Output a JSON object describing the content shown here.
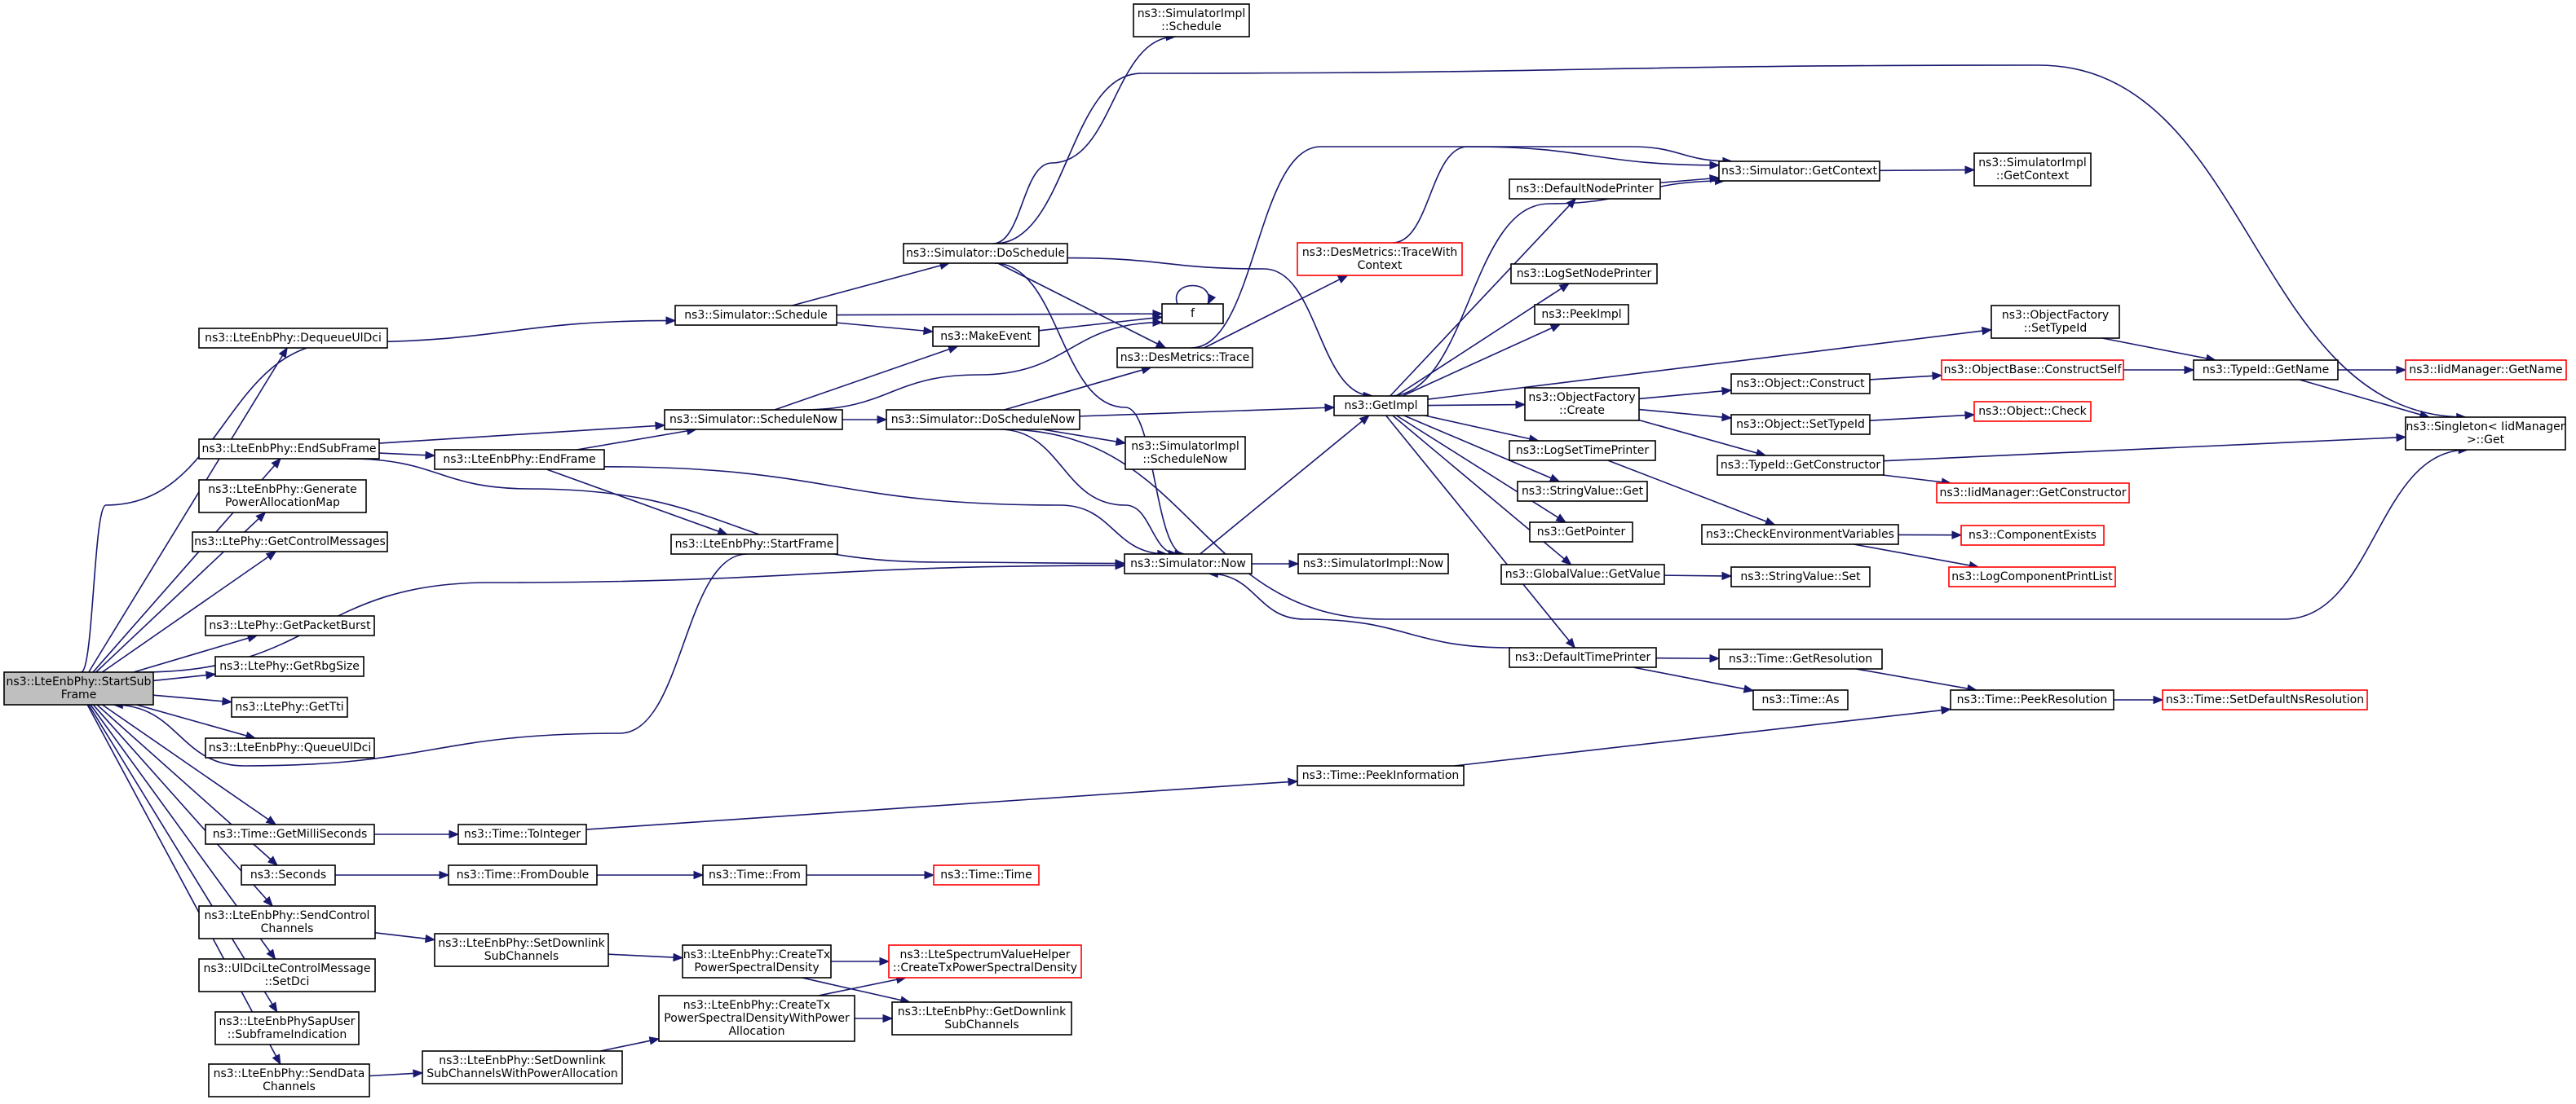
{
  "colors": {
    "edge": "#191970",
    "node_border": "#000000",
    "incomplete_border": "#ff0000",
    "root_fill": "#bfbfbf"
  },
  "nodes": [
    {
      "id": "start",
      "lines": [
        "ns3::LteEnbPhy::StartSub",
        "Frame"
      ],
      "style": "root"
    },
    {
      "id": "dequeue",
      "lines": [
        "ns3::LteEnbPhy::DequeueUlDci"
      ]
    },
    {
      "id": "endsub",
      "lines": [
        "ns3::LteEnbPhy::EndSubFrame"
      ]
    },
    {
      "id": "genpower",
      "lines": [
        "ns3::LteEnbPhy::Generate",
        "PowerAllocationMap"
      ]
    },
    {
      "id": "getctrl",
      "lines": [
        "ns3::LtePhy::GetControlMessages"
      ]
    },
    {
      "id": "getpkt",
      "lines": [
        "ns3::LtePhy::GetPacketBurst"
      ]
    },
    {
      "id": "getrbg",
      "lines": [
        "ns3::LtePhy::GetRbgSize"
      ]
    },
    {
      "id": "gettti",
      "lines": [
        "ns3::LtePhy::GetTti"
      ]
    },
    {
      "id": "queue",
      "lines": [
        "ns3::LteEnbPhy::QueueUlDci"
      ]
    },
    {
      "id": "getms",
      "lines": [
        "ns3::Time::GetMilliSeconds"
      ]
    },
    {
      "id": "seconds",
      "lines": [
        "ns3::Seconds"
      ]
    },
    {
      "id": "sendctrl",
      "lines": [
        "ns3::LteEnbPhy::SendControl",
        "Channels"
      ]
    },
    {
      "id": "setdci",
      "lines": [
        "ns3::UlDciLteControlMessage",
        "::SetDci"
      ]
    },
    {
      "id": "subind",
      "lines": [
        "ns3::LteEnbPhySapUser",
        "::SubframeIndication"
      ]
    },
    {
      "id": "senddata",
      "lines": [
        "ns3::LteEnbPhy::SendData",
        "Channels"
      ]
    },
    {
      "id": "endframe",
      "lines": [
        "ns3::LteEnbPhy::EndFrame"
      ]
    },
    {
      "id": "startframe",
      "lines": [
        "ns3::LteEnbPhy::StartFrame"
      ]
    },
    {
      "id": "schedule",
      "lines": [
        "ns3::Simulator::Schedule"
      ]
    },
    {
      "id": "schednow",
      "lines": [
        "ns3::Simulator::ScheduleNow"
      ]
    },
    {
      "id": "toint",
      "lines": [
        "ns3::Time::ToInteger"
      ]
    },
    {
      "id": "fromdbl",
      "lines": [
        "ns3::Time::FromDouble"
      ]
    },
    {
      "id": "setdl",
      "lines": [
        "ns3::LteEnbPhy::SetDownlink",
        "SubChannels"
      ]
    },
    {
      "id": "setdlpa",
      "lines": [
        "ns3::LteEnbPhy::SetDownlink",
        "SubChannelsWithPowerAllocation"
      ]
    },
    {
      "id": "dosched",
      "lines": [
        "ns3::Simulator::DoSchedule"
      ]
    },
    {
      "id": "makeevent",
      "lines": [
        "ns3::MakeEvent"
      ]
    },
    {
      "id": "doschednow",
      "lines": [
        "ns3::Simulator::DoScheduleNow"
      ]
    },
    {
      "id": "now",
      "lines": [
        "ns3::Simulator::Now"
      ]
    },
    {
      "id": "from",
      "lines": [
        "ns3::Time::From"
      ]
    },
    {
      "id": "createtxpsd",
      "lines": [
        "ns3::LteEnbPhy::CreateTx",
        "PowerSpectralDensity"
      ]
    },
    {
      "id": "createtxpsdpa",
      "lines": [
        "ns3::LteEnbPhy::CreateTx",
        "PowerSpectralDensityWithPower",
        "Allocation"
      ]
    },
    {
      "id": "simimplsched",
      "lines": [
        "ns3::SimulatorImpl",
        "::Schedule"
      ]
    },
    {
      "id": "f",
      "lines": [
        "f"
      ]
    },
    {
      "id": "desmetrics",
      "lines": [
        "ns3::DesMetrics::Trace"
      ]
    },
    {
      "id": "simimplschednow",
      "lines": [
        "ns3::SimulatorImpl",
        "::ScheduleNow"
      ]
    },
    {
      "id": "simimplnow",
      "lines": [
        "ns3::SimulatorImpl::Now"
      ]
    },
    {
      "id": "timetime",
      "lines": [
        "ns3::Time::Time"
      ],
      "style": "red"
    },
    {
      "id": "ltespectrum",
      "lines": [
        "ns3::LteSpectrumValueHelper",
        "::CreateTxPowerSpectralDensity"
      ],
      "style": "red"
    },
    {
      "id": "getdl",
      "lines": [
        "ns3::LteEnbPhy::GetDownlink",
        "SubChannels"
      ]
    },
    {
      "id": "peekinfo",
      "lines": [
        "ns3::Time::PeekInformation"
      ]
    },
    {
      "id": "tracewith",
      "lines": [
        "ns3::DesMetrics::TraceWith",
        "Context"
      ],
      "style": "red"
    },
    {
      "id": "getimpl",
      "lines": [
        "ns3::GetImpl"
      ]
    },
    {
      "id": "defnode",
      "lines": [
        "ns3::DefaultNodePrinter"
      ]
    },
    {
      "id": "logsetnode",
      "lines": [
        "ns3::LogSetNodePrinter"
      ]
    },
    {
      "id": "peekimpl",
      "lines": [
        "ns3::PeekImpl"
      ]
    },
    {
      "id": "objfcreate",
      "lines": [
        "ns3::ObjectFactory",
        "::Create"
      ]
    },
    {
      "id": "logsettime",
      "lines": [
        "ns3::LogSetTimePrinter"
      ]
    },
    {
      "id": "strvalget",
      "lines": [
        "ns3::StringValue::Get"
      ]
    },
    {
      "id": "getpointer",
      "lines": [
        "ns3::GetPointer"
      ]
    },
    {
      "id": "globalget",
      "lines": [
        "ns3::GlobalValue::GetValue"
      ]
    },
    {
      "id": "deftime",
      "lines": [
        "ns3::DefaultTimePrinter"
      ]
    },
    {
      "id": "getcontext",
      "lines": [
        "ns3::Simulator::GetContext"
      ]
    },
    {
      "id": "objfsettid",
      "lines": [
        "ns3::ObjectFactory",
        "::SetTypeId"
      ]
    },
    {
      "id": "objconstruct",
      "lines": [
        "ns3::Object::Construct"
      ]
    },
    {
      "id": "objsettid",
      "lines": [
        "ns3::Object::SetTypeId"
      ]
    },
    {
      "id": "tidgetctor",
      "lines": [
        "ns3::TypeId::GetConstructor"
      ]
    },
    {
      "id": "checkenv",
      "lines": [
        "ns3::CheckEnvironmentVariables"
      ]
    },
    {
      "id": "strvalset",
      "lines": [
        "ns3::StringValue::Set"
      ]
    },
    {
      "id": "getres",
      "lines": [
        "ns3::Time::GetResolution"
      ]
    },
    {
      "id": "timeas",
      "lines": [
        "ns3::Time::As"
      ]
    },
    {
      "id": "simimplgetctx",
      "lines": [
        "ns3::SimulatorImpl",
        "::GetContext"
      ]
    },
    {
      "id": "constructself",
      "lines": [
        "ns3::ObjectBase::ConstructSelf"
      ],
      "style": "red"
    },
    {
      "id": "objcheck",
      "lines": [
        "ns3::Object::Check"
      ],
      "style": "red"
    },
    {
      "id": "iidgetctor",
      "lines": [
        "ns3::IidManager::GetConstructor"
      ],
      "style": "red"
    },
    {
      "id": "compexists",
      "lines": [
        "ns3::ComponentExists"
      ],
      "style": "red"
    },
    {
      "id": "logcompprint",
      "lines": [
        "ns3::LogComponentPrintList"
      ],
      "style": "red"
    },
    {
      "id": "peekres",
      "lines": [
        "ns3::Time::PeekResolution"
      ]
    },
    {
      "id": "tidgetname",
      "lines": [
        "ns3::TypeId::GetName"
      ]
    },
    {
      "id": "singleton",
      "lines": [
        "ns3::Singleton< IidManager",
        ">::Get"
      ]
    },
    {
      "id": "iidgetname",
      "lines": [
        "ns3::IidManager::GetName"
      ],
      "style": "red"
    },
    {
      "id": "setdefres",
      "lines": [
        "ns3::Time::SetDefaultNsResolution"
      ],
      "style": "red"
    }
  ],
  "edges": [
    [
      "start",
      "dequeue"
    ],
    [
      "start",
      "endsub"
    ],
    [
      "start",
      "genpower"
    ],
    [
      "start",
      "getctrl"
    ],
    [
      "start",
      "getpkt"
    ],
    [
      "start",
      "getrbg"
    ],
    [
      "start",
      "gettti"
    ],
    [
      "start",
      "queue"
    ],
    [
      "start",
      "getms"
    ],
    [
      "start",
      "seconds"
    ],
    [
      "start",
      "sendctrl"
    ],
    [
      "start",
      "setdci"
    ],
    [
      "start",
      "subind"
    ],
    [
      "start",
      "senddata"
    ],
    [
      "start",
      "schedule"
    ],
    [
      "start",
      "now"
    ],
    [
      "startframe",
      "start"
    ],
    [
      "endsub",
      "endframe"
    ],
    [
      "endsub",
      "schednow"
    ],
    [
      "endsub",
      "now"
    ],
    [
      "endframe",
      "startframe"
    ],
    [
      "endframe",
      "schednow"
    ],
    [
      "endframe",
      "now"
    ],
    [
      "schedule",
      "dosched"
    ],
    [
      "schedule",
      "makeevent"
    ],
    [
      "schedule",
      "f"
    ],
    [
      "schednow",
      "doschednow"
    ],
    [
      "schednow",
      "makeevent"
    ],
    [
      "schednow",
      "f"
    ],
    [
      "dosched",
      "simimplsched"
    ],
    [
      "dosched",
      "desmetrics"
    ],
    [
      "dosched",
      "getimpl"
    ],
    [
      "dosched",
      "now"
    ],
    [
      "dosched",
      "singleton"
    ],
    [
      "makeevent",
      "f"
    ],
    [
      "f",
      "f"
    ],
    [
      "doschednow",
      "desmetrics"
    ],
    [
      "doschednow",
      "getimpl"
    ],
    [
      "doschednow",
      "simimplschednow"
    ],
    [
      "doschednow",
      "now"
    ],
    [
      "doschednow",
      "singleton"
    ],
    [
      "desmetrics",
      "tracewith"
    ],
    [
      "desmetrics",
      "getcontext"
    ],
    [
      "tracewith",
      "getcontext"
    ],
    [
      "now",
      "simimplnow"
    ],
    [
      "now",
      "getimpl"
    ],
    [
      "getms",
      "toint"
    ],
    [
      "toint",
      "peekinfo"
    ],
    [
      "peekinfo",
      "peekres"
    ],
    [
      "seconds",
      "fromdbl"
    ],
    [
      "fromdbl",
      "from"
    ],
    [
      "from",
      "timetime"
    ],
    [
      "sendctrl",
      "setdl"
    ],
    [
      "setdl",
      "createtxpsd"
    ],
    [
      "createtxpsd",
      "ltespectrum"
    ],
    [
      "createtxpsd",
      "getdl"
    ],
    [
      "senddata",
      "setdlpa"
    ],
    [
      "setdlpa",
      "createtxpsdpa"
    ],
    [
      "createtxpsdpa",
      "ltespectrum"
    ],
    [
      "createtxpsdpa",
      "getdl"
    ],
    [
      "getimpl",
      "defnode"
    ],
    [
      "getimpl",
      "logsetnode"
    ],
    [
      "getimpl",
      "peekimpl"
    ],
    [
      "getimpl",
      "objfcreate"
    ],
    [
      "getimpl",
      "logsettime"
    ],
    [
      "getimpl",
      "strvalget"
    ],
    [
      "getimpl",
      "getpointer"
    ],
    [
      "getimpl",
      "globalget"
    ],
    [
      "getimpl",
      "deftime"
    ],
    [
      "getimpl",
      "objfsettid"
    ],
    [
      "getimpl",
      "getcontext"
    ],
    [
      "defnode",
      "getcontext"
    ],
    [
      "getcontext",
      "simimplgetctx"
    ],
    [
      "objfcreate",
      "objconstruct"
    ],
    [
      "objfcreate",
      "objsettid"
    ],
    [
      "objfcreate",
      "tidgetctor"
    ],
    [
      "objconstruct",
      "constructself"
    ],
    [
      "objsettid",
      "objcheck"
    ],
    [
      "tidgetctor",
      "iidgetctor"
    ],
    [
      "tidgetctor",
      "singleton"
    ],
    [
      "logsettime",
      "checkenv"
    ],
    [
      "checkenv",
      "compexists"
    ],
    [
      "checkenv",
      "logcompprint"
    ],
    [
      "globalget",
      "strvalset"
    ],
    [
      "deftime",
      "getres"
    ],
    [
      "deftime",
      "timeas"
    ],
    [
      "deftime",
      "now"
    ],
    [
      "getres",
      "peekres"
    ],
    [
      "peekres",
      "setdefres"
    ],
    [
      "constructself",
      "tidgetname"
    ],
    [
      "objfsettid",
      "tidgetname"
    ],
    [
      "tidgetname",
      "iidgetname"
    ],
    [
      "tidgetname",
      "singleton"
    ]
  ]
}
